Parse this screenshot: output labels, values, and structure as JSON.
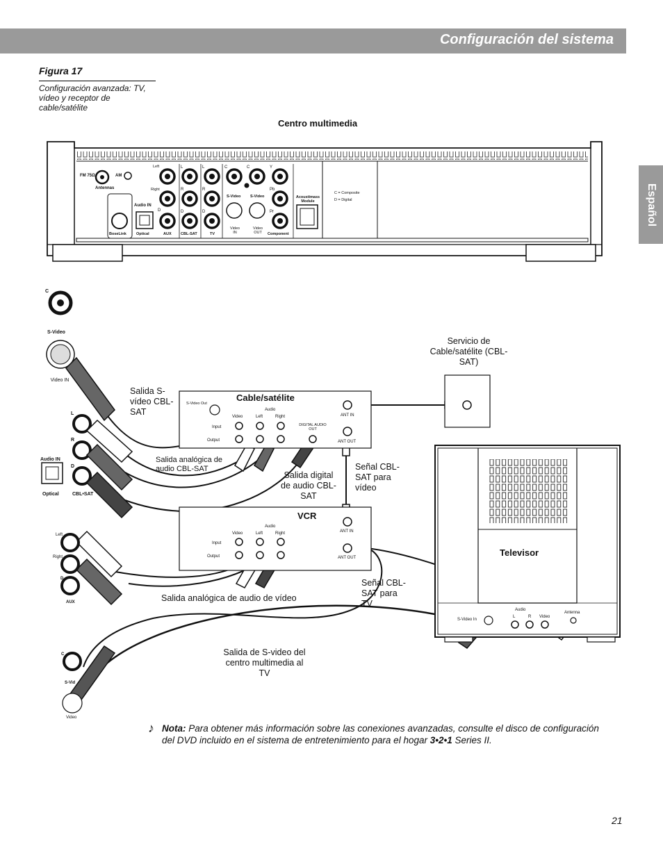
{
  "header": {
    "title": "Configuración del sistema"
  },
  "side_tab": {
    "label": "Español"
  },
  "figure": {
    "number": "Figura 17",
    "caption": "Configuración avanzada: TV, vídeo y receptor de cable/satélite"
  },
  "diagram": {
    "media_center_title": "Centro multimedia",
    "media_center_panel": {
      "fm": "FM 75Ω",
      "am": "AM",
      "antennas": "Antennas",
      "left": "Left",
      "right": "Right",
      "l": "L",
      "r": "R",
      "d": "D",
      "c": "C",
      "y": "Y",
      "pb": "Pb",
      "pr": "Pr",
      "audio_in": "Audio IN",
      "svideo": "S-Video",
      "video_in": "Video IN",
      "video_out": "Video OUT",
      "acoustimass": "Acoustimass Module",
      "legend_c": "C = Composite",
      "legend_d": "D = Digital",
      "bottom_labels": [
        "BoseLink",
        "Optical",
        "AUX",
        "CBL-SAT",
        "TV",
        "Video IN",
        "Video OUT",
        "Component"
      ]
    },
    "left_jacks": {
      "c": "C",
      "svideo": "S-Video",
      "video_in": "Video IN",
      "l": "L",
      "r": "R",
      "d": "D",
      "audio_in": "Audio IN",
      "optical": "Optical",
      "cbl_sat": "CBL•SAT",
      "left": "Left",
      "right": "Right",
      "aux": "AUX",
      "svid": "S-Vid",
      "video": "Video"
    },
    "cable_box": {
      "title": "Cable/satélite",
      "svideo_out": "S-Video Out",
      "audio": "Audio",
      "video": "Video",
      "left": "Left",
      "right": "Right",
      "input": "Input",
      "output": "Output",
      "digital_audio_out": "DIGITAL AUDIO OUT",
      "ant_in": "ANT IN",
      "ant_out": "ANT OUT"
    },
    "vcr": {
      "title": "VCR",
      "audio": "Audio",
      "video": "Video",
      "left": "Left",
      "right": "Right",
      "input": "Input",
      "output": "Output",
      "ant_in": "ANT IN",
      "ant_out": "ANT OUT"
    },
    "tv": {
      "title": "Televisor",
      "audio": "Audio",
      "l": "L",
      "r": "R",
      "video": "Video",
      "antenna": "Antenna",
      "svideo_in": "S-Video In"
    },
    "labels": {
      "svideo_cblsat": "Salida S-vídeo CBL-SAT",
      "service": "Servicio de Cable/satélite (CBL-SAT)",
      "analog_cblsat": "Salida analógica de audio CBL-SAT",
      "digital_cblsat": "Salida digital de audio CBL-SAT",
      "signal_video": "Señal CBL-SAT para vídeo",
      "analog_video": "Salida analógica de audio de vídeo",
      "signal_tv": "Señal CBL-SAT para TV",
      "svideo_tv": "Salida de S-video del centro multimedia al TV"
    }
  },
  "note": {
    "icon": "♪",
    "label": "Nota:",
    "text": "Para obtener más información sobre las conexiones avanzadas, consulte el disco de configuración del DVD incluido en el sistema de entretenimiento para el hogar",
    "product": "3•2•1",
    "suffix": "Series II."
  },
  "page_number": "21"
}
